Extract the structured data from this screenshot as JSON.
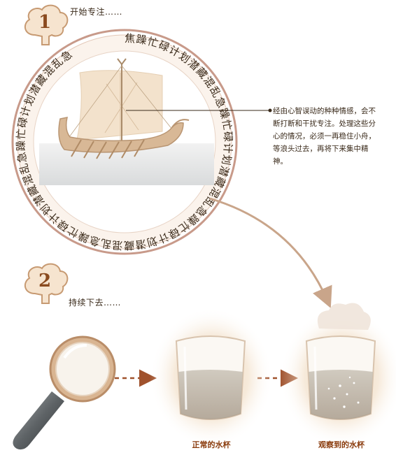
{
  "steps": [
    {
      "number": "1",
      "label": "开始专注……"
    },
    {
      "number": "2",
      "label": "持续下去……"
    }
  ],
  "ring_text": "焦躁忙碌计划潜藏混乱急躁忙碌计划潜藏混乱急躁忙碌计划潜藏混乱急躁忙碌计划潜藏混乱急躁忙碌计划潜藏混乱急",
  "note_text": "经由心智误动的种种情感，会不断打断和干扰专注。处理这些分心的情况，必须一再稳住小舟，等浪头过去，再将下来集中精神。",
  "glasses": [
    {
      "caption": "正常的水杯"
    },
    {
      "caption": "观察到的水杯"
    }
  ],
  "colors": {
    "ring_outer": "#c89a8a",
    "ring_fill": "#f7ede4",
    "accent_text": "#8a3b0c",
    "arrow": "#c9a58a",
    "dashed_arrow": "#a0522d"
  }
}
